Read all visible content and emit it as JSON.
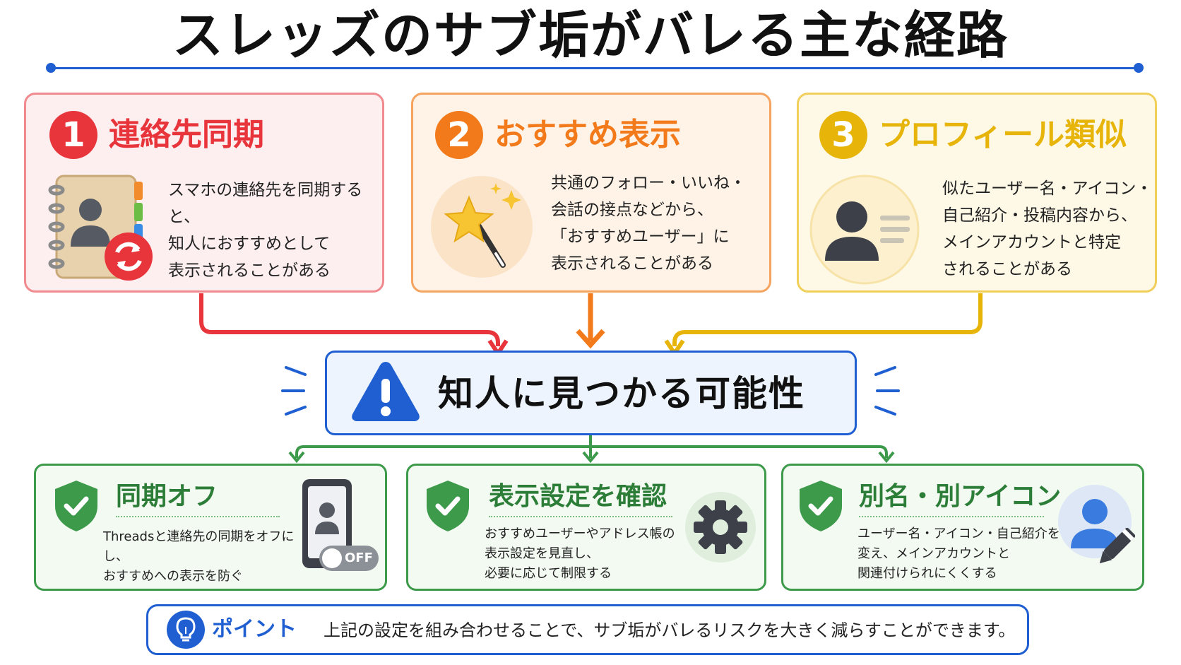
{
  "title": "スレッズのサブ垢がバレる主な経路",
  "routes": [
    {
      "number": "1",
      "title": "連絡先同期",
      "text": "スマホの連絡先を同期すると、\n知人におすすめとして\n表示されることがある",
      "color": "#e8343b",
      "icon": "address-book-sync-icon"
    },
    {
      "number": "2",
      "title": "おすすめ表示",
      "text": "共通のフォロー・いいね・\n会話の接点などから、\n「おすすめユーザー」に\n表示されることがある",
      "color": "#f27a1a",
      "icon": "magic-wand-star-icon"
    },
    {
      "number": "3",
      "title": "プロフィール類似",
      "text": "似たユーザー名・アイコン・\n自己紹介・投稿内容から、\nメインアカウントと特定\nされることがある",
      "color": "#e7b40a",
      "icon": "profile-card-icon"
    }
  ],
  "result": {
    "text": "知人に見つかる可能性",
    "icon": "warning-triangle-icon",
    "color": "#1f5fd1"
  },
  "countermeasures": [
    {
      "title": "同期オフ",
      "text": "Threadsと連絡先の同期をオフにし、\nおすすめへの表示を防ぐ",
      "icon": "phone-toggle-off-icon",
      "toggle_label": "OFF"
    },
    {
      "title": "表示設定を確認",
      "text": "おすすめユーザーやアドレス帳の\n表示設定を見直し、\n必要に応じて制限する",
      "icon": "gear-icon"
    },
    {
      "title": "別名・別アイコン",
      "text": "ユーザー名・アイコン・自己紹介を\n変え、メインアカウントと\n関連付けられにくくする",
      "icon": "user-edit-icon"
    }
  ],
  "point": {
    "label": "ポイント",
    "text": "上記の設定を組み合わせることで、サブ垢がバレるリスクを大きく減らすことができます。",
    "icon": "lightbulb-icon"
  },
  "colors": {
    "blue": "#1f5fd1",
    "green": "#3c9a4a",
    "red": "#e8343b",
    "orange": "#f27a1a",
    "yellow": "#e7b40a"
  }
}
